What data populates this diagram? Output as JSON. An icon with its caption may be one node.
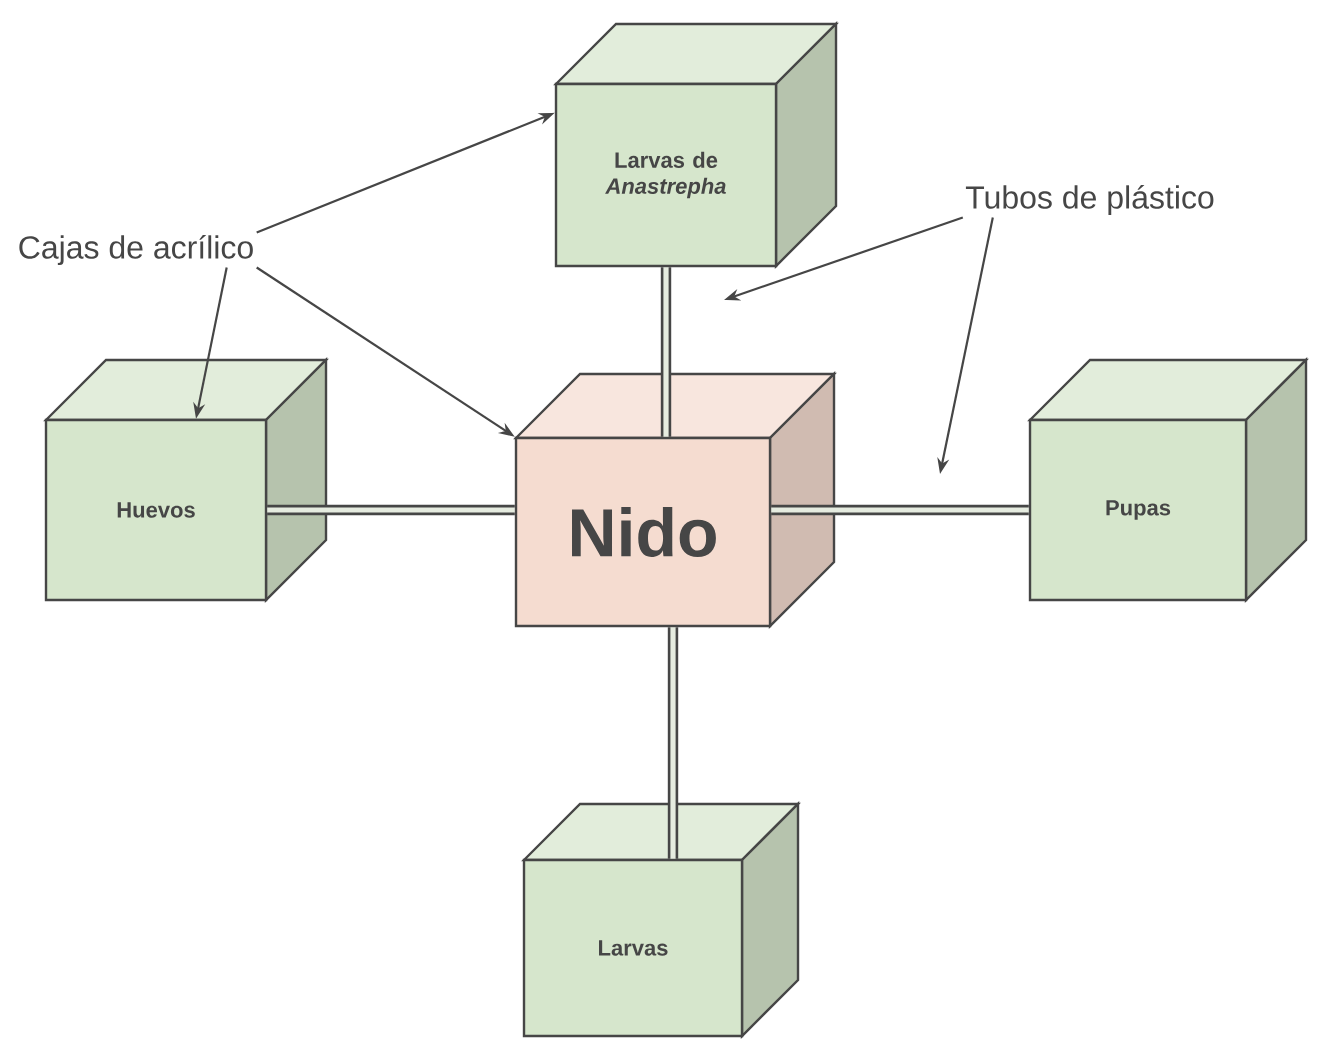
{
  "diagram": {
    "nodes": [
      {
        "text": [
          "Cajas de acrílico"
        ]
      },
      {
        "text": [
          "Larvas de *Anastrepha*"
        ]
      },
      {
        "text": [
          "Tubos de plástico"
        ]
      },
      {
        "text": [
          "Huevos"
        ]
      },
      {
        "text": [
          "Nido"
        ]
      },
      {
        "text": [
          "Pupas"
        ]
      },
      {
        "text": [
          "Larvas"
        ]
      }
    ],
    "edges": [
      {
        "from": 0,
        "to": 1,
        "arrow": "to"
      },
      {
        "from": 0,
        "to": 3,
        "arrow": "to"
      },
      {
        "from": 0,
        "to": 4,
        "arrow": "to"
      },
      {
        "from": 2,
        "to": null,
        "arrow": "to"
      },
      {
        "from": 2,
        "to": null,
        "arrow": "to"
      },
      {
        "from": 1,
        "to": 4,
        "arrow": "none",
        "style": "thick"
      },
      {
        "from": 3,
        "to": 4,
        "arrow": "none",
        "style": "thick"
      },
      {
        "from": 4,
        "to": 5,
        "arrow": "none",
        "style": "thick"
      },
      {
        "from": 4,
        "to": 6,
        "arrow": "none",
        "style": "thick"
      }
    ]
  }
}
